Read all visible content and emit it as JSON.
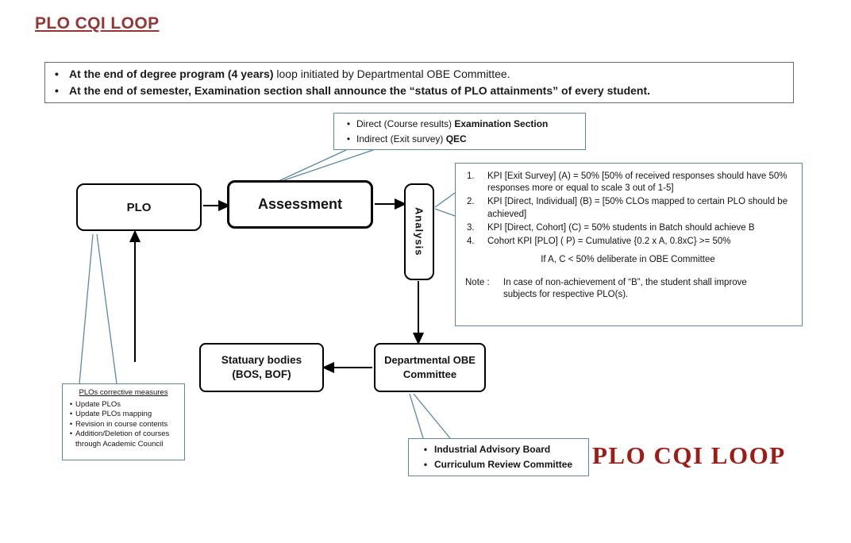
{
  "title": "PLO  CQI LOOP",
  "header": {
    "bullet1_bold": "At the end of degree program (4 years)",
    "bullet1_rest": " loop initiated by Departmental OBE Committee.",
    "bullet2": "At the end of semester, Examination section shall announce the “status of  PLO attainments” of every student."
  },
  "top_callout": {
    "item1_normal": "Direct (Course results) ",
    "item1_bold": "Examination Section",
    "item2_normal": "Indirect (Exit survey) ",
    "item2_bold": "QEC"
  },
  "nodes": {
    "plo": "PLO",
    "assessment": "Assessment",
    "analysis": "Analysis",
    "obe_line1": "Departmental OBE",
    "obe_line2": "Committee",
    "statuary_line1": "Statuary bodies",
    "statuary_line2": "(BOS, BOF)"
  },
  "kpi_box": {
    "items": [
      {
        "num": "1.",
        "text": "KPI [Exit Survey] (A) = 50% [50% of received responses should have 50% responses more or equal to scale 3 out of 1-5]"
      },
      {
        "num": "2.",
        "text": "KPI [Direct, Individual] (B) = [50% CLOs mapped to certain PLO should be achieved]"
      },
      {
        "num": "3.",
        "text": "KPI [Direct, Cohort] (C) = 50% students in Batch should achieve B"
      },
      {
        "num": "4.",
        "text": "Cohort KPI [PLO] ( P) = Cumulative {0.2 x A, 0.8xC} >= 50%"
      }
    ],
    "condition": "If A, C < 50%  deliberate in OBE Committee",
    "note_label": "Note :",
    "note_text": "In case of non-achievement  of “B”, the student shall improve subjects for respective PLO(s)."
  },
  "corrective_callout": {
    "heading": "PLOs corrective measures",
    "items": [
      "Update PLOs",
      "Update PLOs mapping",
      "Revision in course contents",
      "Addition/Deletion of courses through Academic Council"
    ]
  },
  "bottom_callout": {
    "items": [
      "Industrial Advisory Board",
      "Curriculum Review Committee"
    ]
  },
  "watermark": "PLO CQI LOOP",
  "colors": {
    "title_red": "#943634",
    "watermark_red": "#9e1c15",
    "callout_border": "#5b8a9e",
    "box_border": "#000000"
  }
}
